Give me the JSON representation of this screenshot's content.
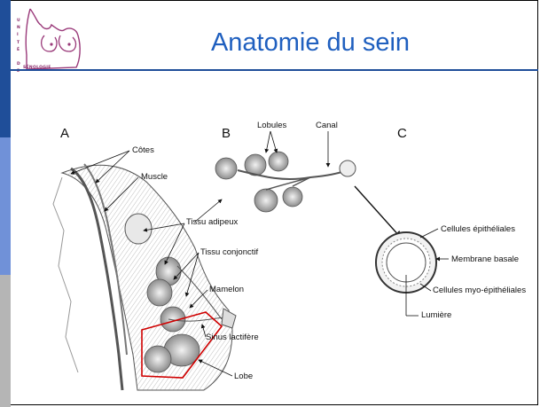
{
  "slide": {
    "title": "Anatomie du sein",
    "logo": {
      "text": "UNITÉ DE SÉNOLOGIE"
    }
  },
  "diagram": {
    "panel_letters": {
      "a": "A",
      "b": "B",
      "c": "C"
    },
    "labels_a": {
      "cotes": "Côtes",
      "muscle": "Muscle",
      "tissu_adipeux": "Tissu adipeux",
      "tissu_conjonctif": "Tissu conjonctif",
      "mamelon": "Mamelon",
      "sinus": "Sinus lactifère",
      "lobe": "Lobe"
    },
    "labels_b": {
      "lobules": "Lobules",
      "canal": "Canal"
    },
    "labels_c": {
      "cellules_epitheliales": "Cellules épithéliales",
      "membrane_basale": "Membrane basale",
      "cellules_myo": "Cellules myo-épithéliales",
      "lumiere": "Lumière"
    }
  },
  "colors": {
    "title": "#1f5fbf",
    "left_bar": [
      "#1f4e99",
      "#6f8fd6",
      "#b7b7b7"
    ],
    "lobe_highlight": "#d00000",
    "logo": "#9a3a7a"
  }
}
